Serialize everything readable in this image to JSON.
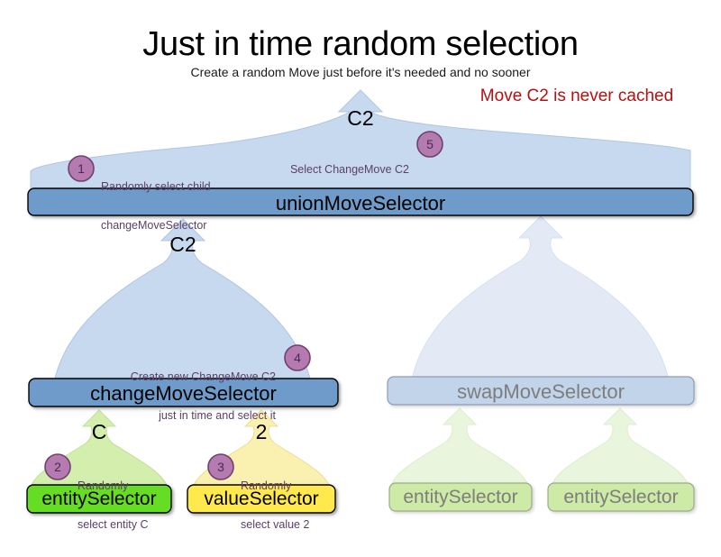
{
  "header": {
    "title": "Just in time random selection",
    "subtitle": "Create a random Move just before it's needed and no sooner",
    "warning": "Move C2 is never cached",
    "warning_color": "#b21212"
  },
  "colors": {
    "union_box_fill": "#6e9bc9",
    "change_box_fill": "#6e9bc9",
    "swap_box_fill": "#c2d4ea",
    "entity_box_fill": "#66dd22",
    "value_box_fill": "#ffe94e",
    "faded_green_fill": "#cdeaa6",
    "arrow_blue_fill": "#c6d9ee",
    "arrow_blue_faded_fill": "#e3eaf6",
    "arrow_green_fill": "#d4eeae",
    "arrow_green_faded_fill": "#e9f5dc",
    "arrow_yellow_fill": "#faf0b0",
    "badge_fill": "#b57ab0",
    "badge_border": "#6f4070",
    "note_text": "#5c4068"
  },
  "nodes": {
    "union_move_selector": {
      "label": "unionMoveSelector"
    },
    "change_move_selector": {
      "label": "changeMoveSelector"
    },
    "swap_move_selector": {
      "label": "swapMoveSelector"
    },
    "entity_selector_change": {
      "label": "entitySelector"
    },
    "value_selector_change": {
      "label": "valueSelector"
    },
    "entity_selector_swap_left": {
      "label": "entitySelector"
    },
    "entity_selector_swap_right": {
      "label": "entitySelector"
    }
  },
  "flow_labels": {
    "union_out": "C2",
    "change_out": "C2",
    "entity_out": "C",
    "value_out": "2"
  },
  "steps": [
    {
      "number": "1",
      "text_line1": "Randomly select child",
      "text_line2": "changeMoveSelector",
      "align": "left"
    },
    {
      "number": "5",
      "text_line1": "Select ChangeMove C2",
      "text_line2": "",
      "align": "right"
    },
    {
      "number": "4",
      "text_line1": "Create new ChangeMove C2",
      "text_line2": "just in time and select it",
      "align": "right"
    },
    {
      "number": "2",
      "text_line1": "Randomly",
      "text_line2": "select entity C",
      "align": "left"
    },
    {
      "number": "3",
      "text_line1": "Randomly",
      "text_line2": "select value 2",
      "align": "left"
    }
  ]
}
